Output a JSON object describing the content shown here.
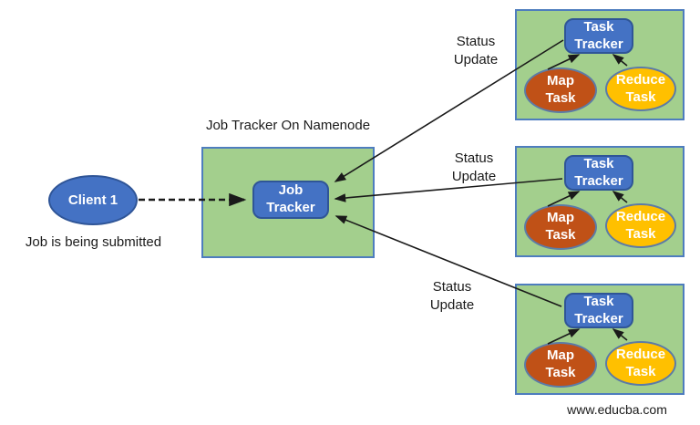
{
  "colors": {
    "node-blue": "#4472C4",
    "node-blue-border": "#2F5597",
    "box-green": "#A3CF8D",
    "box-green-border": "#4E7DBE",
    "map-orange": "#C05117",
    "reduce-gold": "#FFC000",
    "ellipse-border": "#5C7BA6",
    "ink": "#1a1a1a"
  },
  "client": {
    "label": "Client 1",
    "caption": "Job is being submitted"
  },
  "namenode": {
    "title": "Job Tracker On Namenode",
    "node": "Job Tracker"
  },
  "status_update_labels": [
    "Status Update",
    "Status Update",
    "Status Update"
  ],
  "trackers": [
    {
      "node": "Task Tracker",
      "map": "Map Task",
      "reduce": "Reduce Task"
    },
    {
      "node": "Task Tracker",
      "map": "Map Task",
      "reduce": "Reduce Task"
    },
    {
      "node": "Task Tracker",
      "map": "Map Task",
      "reduce": "Reduce Task"
    }
  ],
  "watermark": "www.educba.com"
}
